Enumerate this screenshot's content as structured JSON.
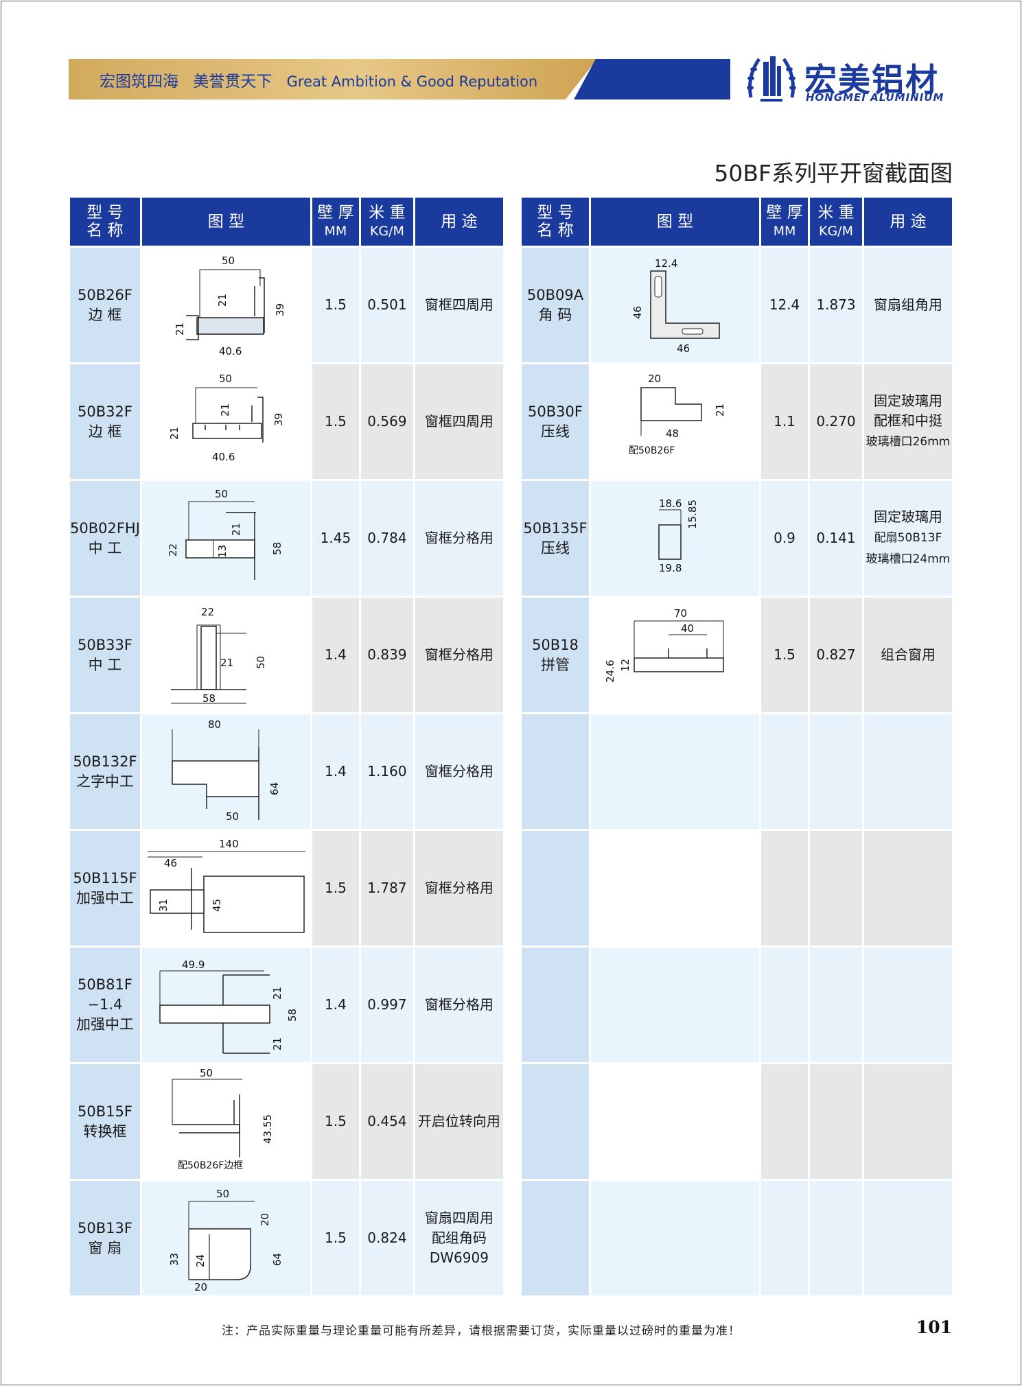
{
  "banner": {
    "slogan_cn_1": "宏图筑四海",
    "slogan_cn_2": "美誉贯天下",
    "slogan_en": "Great Ambition & Good Reputation"
  },
  "brand": {
    "name_cn": "宏美铝材",
    "name_en": "HONGMEI ALUMINIUM",
    "primary_color": "#1b3a9e",
    "gold_color": "#d9b56c"
  },
  "page_title": "50BF系列平开窗截面图",
  "headers": {
    "model": [
      "型 号",
      "名 称"
    ],
    "drawing": "图    型",
    "wall": [
      "壁 厚",
      "MM"
    ],
    "weight": [
      "米 重",
      "KG/M"
    ],
    "usage": "用 途"
  },
  "left_rows": [
    {
      "model": "50B26F",
      "name": "边 框",
      "wall": "1.5",
      "weight": "0.501",
      "usage": [
        "窗框四周用"
      ],
      "dims": [
        "50",
        "21",
        "39",
        "21",
        "40.6"
      ]
    },
    {
      "model": "50B32F",
      "name": "边 框",
      "wall": "1.5",
      "weight": "0.569",
      "usage": [
        "窗框四周用"
      ],
      "dims": [
        "50",
        "21",
        "39",
        "21",
        "40.6"
      ]
    },
    {
      "model": "50B02FHJ",
      "name": "中 工",
      "wall": "1.45",
      "weight": "0.784",
      "usage": [
        "窗框分格用"
      ],
      "dims": [
        "50",
        "21",
        "58",
        "22",
        "13"
      ]
    },
    {
      "model": "50B33F",
      "name": "中 工",
      "wall": "1.4",
      "weight": "0.839",
      "usage": [
        "窗框分格用"
      ],
      "dims": [
        "22",
        "21",
        "50",
        "58"
      ]
    },
    {
      "model": "50B132F",
      "name": "之字中工",
      "wall": "1.4",
      "weight": "1.160",
      "usage": [
        "窗框分格用"
      ],
      "dims": [
        "80",
        "64",
        "50"
      ]
    },
    {
      "model": "50B115F",
      "name": "加强中工",
      "wall": "1.5",
      "weight": "1.787",
      "usage": [
        "窗框分格用"
      ],
      "dims": [
        "140",
        "46",
        "31",
        "45"
      ]
    },
    {
      "model": "50B81F",
      "name": "−1.4",
      "name2": "加强中工",
      "wall": "1.4",
      "weight": "0.997",
      "usage": [
        "窗框分格用"
      ],
      "dims": [
        "49.9",
        "21",
        "58",
        "21"
      ]
    },
    {
      "model": "50B15F",
      "name": "转换框",
      "wall": "1.5",
      "weight": "0.454",
      "usage": [
        "开启位转向用"
      ],
      "dims": [
        "50",
        "43.55"
      ],
      "note": "配50B26F边框"
    },
    {
      "model": "50B13F",
      "name": "窗 扇",
      "wall": "1.5",
      "weight": "0.824",
      "usage": [
        "窗扇四周用",
        "配组角码",
        "DW6909"
      ],
      "dims": [
        "50",
        "20",
        "33",
        "24",
        "64",
        "20"
      ]
    }
  ],
  "right_rows": [
    {
      "model": "50B09A",
      "name": "角 码",
      "wall": "12.4",
      "weight": "1.873",
      "usage": [
        "窗扇组角用"
      ],
      "dims": [
        "12.4",
        "46",
        "46"
      ]
    },
    {
      "model": "50B30F",
      "name": "压线",
      "wall": "1.1",
      "weight": "0.270",
      "usage": [
        "固定玻璃用",
        "配框和中挺",
        "玻璃槽口26mm"
      ],
      "dims": [
        "20",
        "21",
        "48"
      ],
      "note": "配50B26F"
    },
    {
      "model": "50B135F",
      "name": "压线",
      "wall": "0.9",
      "weight": "0.141",
      "usage": [
        "固定玻璃用",
        "配扇50B13F",
        "玻璃槽口24mm"
      ],
      "dims": [
        "18.6",
        "15.85",
        "19.8"
      ]
    },
    {
      "model": "50B18",
      "name": "拼管",
      "wall": "1.5",
      "weight": "0.827",
      "usage": [
        "组合窗用"
      ],
      "dims": [
        "70",
        "40",
        "24.6",
        "12"
      ]
    }
  ],
  "footnote": "注：产品实际重量与理论重量可能有所差异，请根据需要订货，实际重量以过磅时的重量为准！",
  "page_number": "101"
}
